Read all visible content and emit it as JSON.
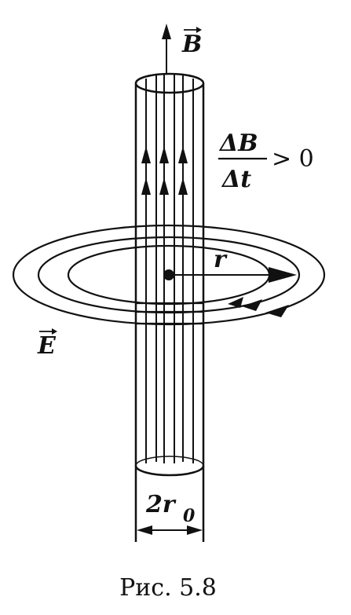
{
  "labels": {
    "field_b": "B",
    "rate_numerator": "ΔB",
    "rate_denominator": "Δt",
    "rate_condition": "> 0",
    "radius": "r",
    "field_e": "E",
    "diameter_prefix": "2r",
    "diameter_sub": "0"
  },
  "caption": "Рис. 5.8",
  "colors": {
    "ink": "#111111",
    "background": "#ffffff"
  }
}
